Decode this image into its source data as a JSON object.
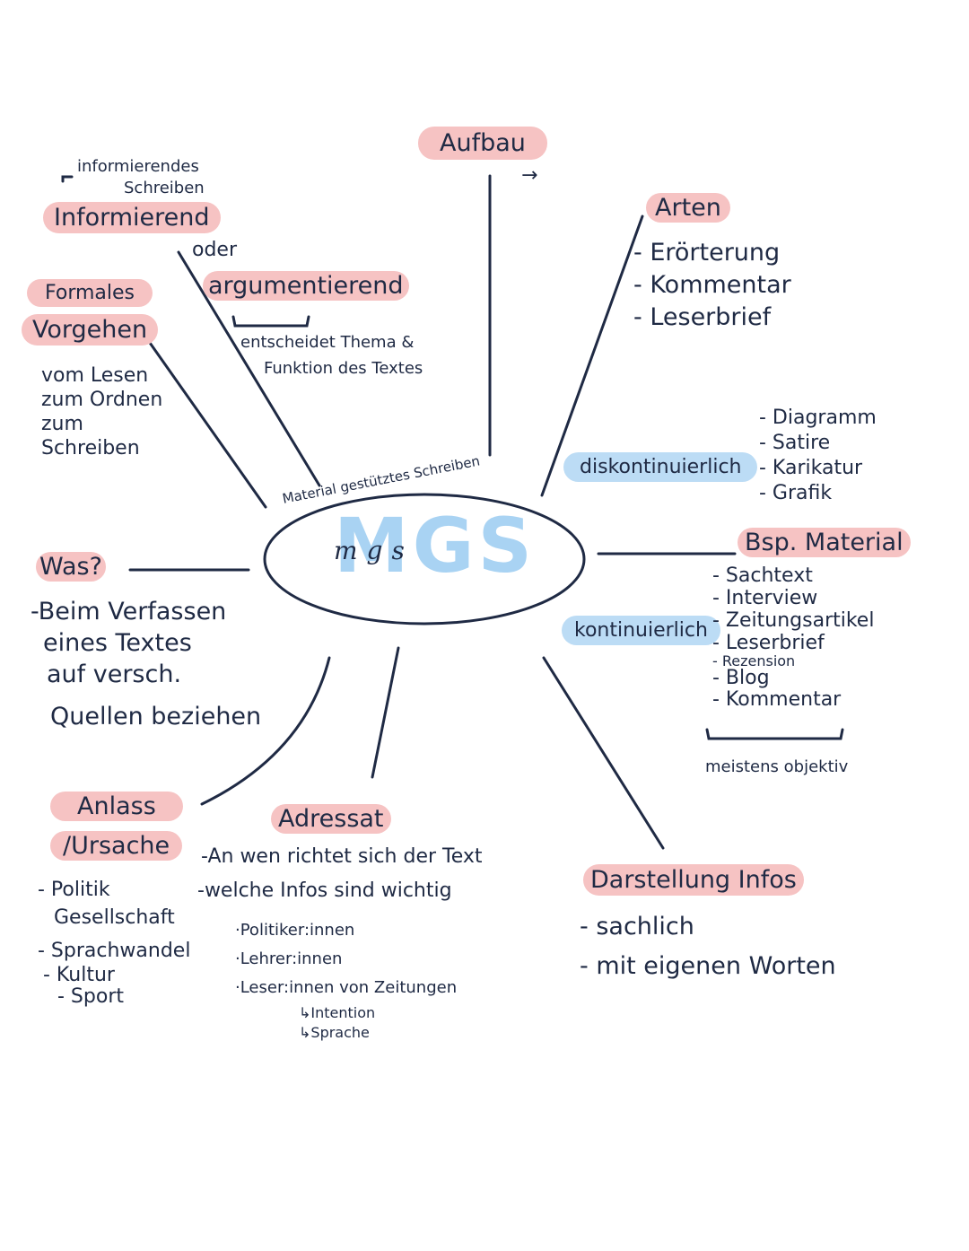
{
  "center": {
    "title": "Material gestütztes Schreiben",
    "acronym": "MGS",
    "handwritten": "mgs"
  },
  "aufbau": {
    "label": "Aufbau",
    "arrow": "→"
  },
  "informierend": {
    "note_line1": "informierendes",
    "note_line2": "Schreiben",
    "label": "Informierend",
    "oder": "oder",
    "argumentierend": "argumentierend",
    "decides_line1": "entscheidet Thema &",
    "decides_line2": "Funktion des Textes"
  },
  "formales": {
    "label1": "Formales",
    "label2": "Vorgehen",
    "items": [
      "vom Lesen",
      "zum Ordnen",
      "zum",
      "Schreiben"
    ]
  },
  "arten": {
    "label": "Arten",
    "items": [
      "- Erörterung",
      "- Kommentar",
      "- Leserbrief"
    ]
  },
  "diskontinuierlich": {
    "label": "diskontinuierlich",
    "items": [
      "- Diagramm",
      "- Satire",
      "- Karikatur",
      "- Grafik"
    ]
  },
  "material": {
    "label": "Bsp. Material",
    "kontinuierlich": "kontinuierlich",
    "items": [
      "- Sachtext",
      "- Interview",
      "- Zeitungsartikel",
      "- Leserbrief",
      "- Rezension",
      "- Blog",
      "- Kommentar"
    ],
    "note": "meistens objektiv"
  },
  "was": {
    "label": "Was?",
    "lines": [
      "-Beim Verfassen",
      "eines Textes",
      "auf versch.",
      "Quellen beziehen"
    ]
  },
  "anlass": {
    "label1": "Anlass",
    "label2": "/Ursache",
    "items": [
      "- Politik",
      "Gesellschaft",
      "- Sprachwandel",
      "- Kultur",
      "- Sport"
    ]
  },
  "adressat": {
    "label": "Adressat",
    "lines": [
      "-An wen richtet sich der Text",
      "-welche Infos sind wichtig"
    ],
    "items": [
      "·Politiker:innen",
      "·Lehrer:innen",
      "·Leser:innen von Zeitungen"
    ],
    "sub": [
      "↳Intention",
      "↳Sprache"
    ]
  },
  "darstellung": {
    "label": "Darstellung Infos",
    "items": [
      "- sachlich",
      "- mit eigenen Worten"
    ]
  },
  "colors": {
    "ink": "#1f2a44",
    "pink": "#f6c3c3",
    "blue": "#bcdcf5",
    "acronym": "#a9d3f3"
  }
}
